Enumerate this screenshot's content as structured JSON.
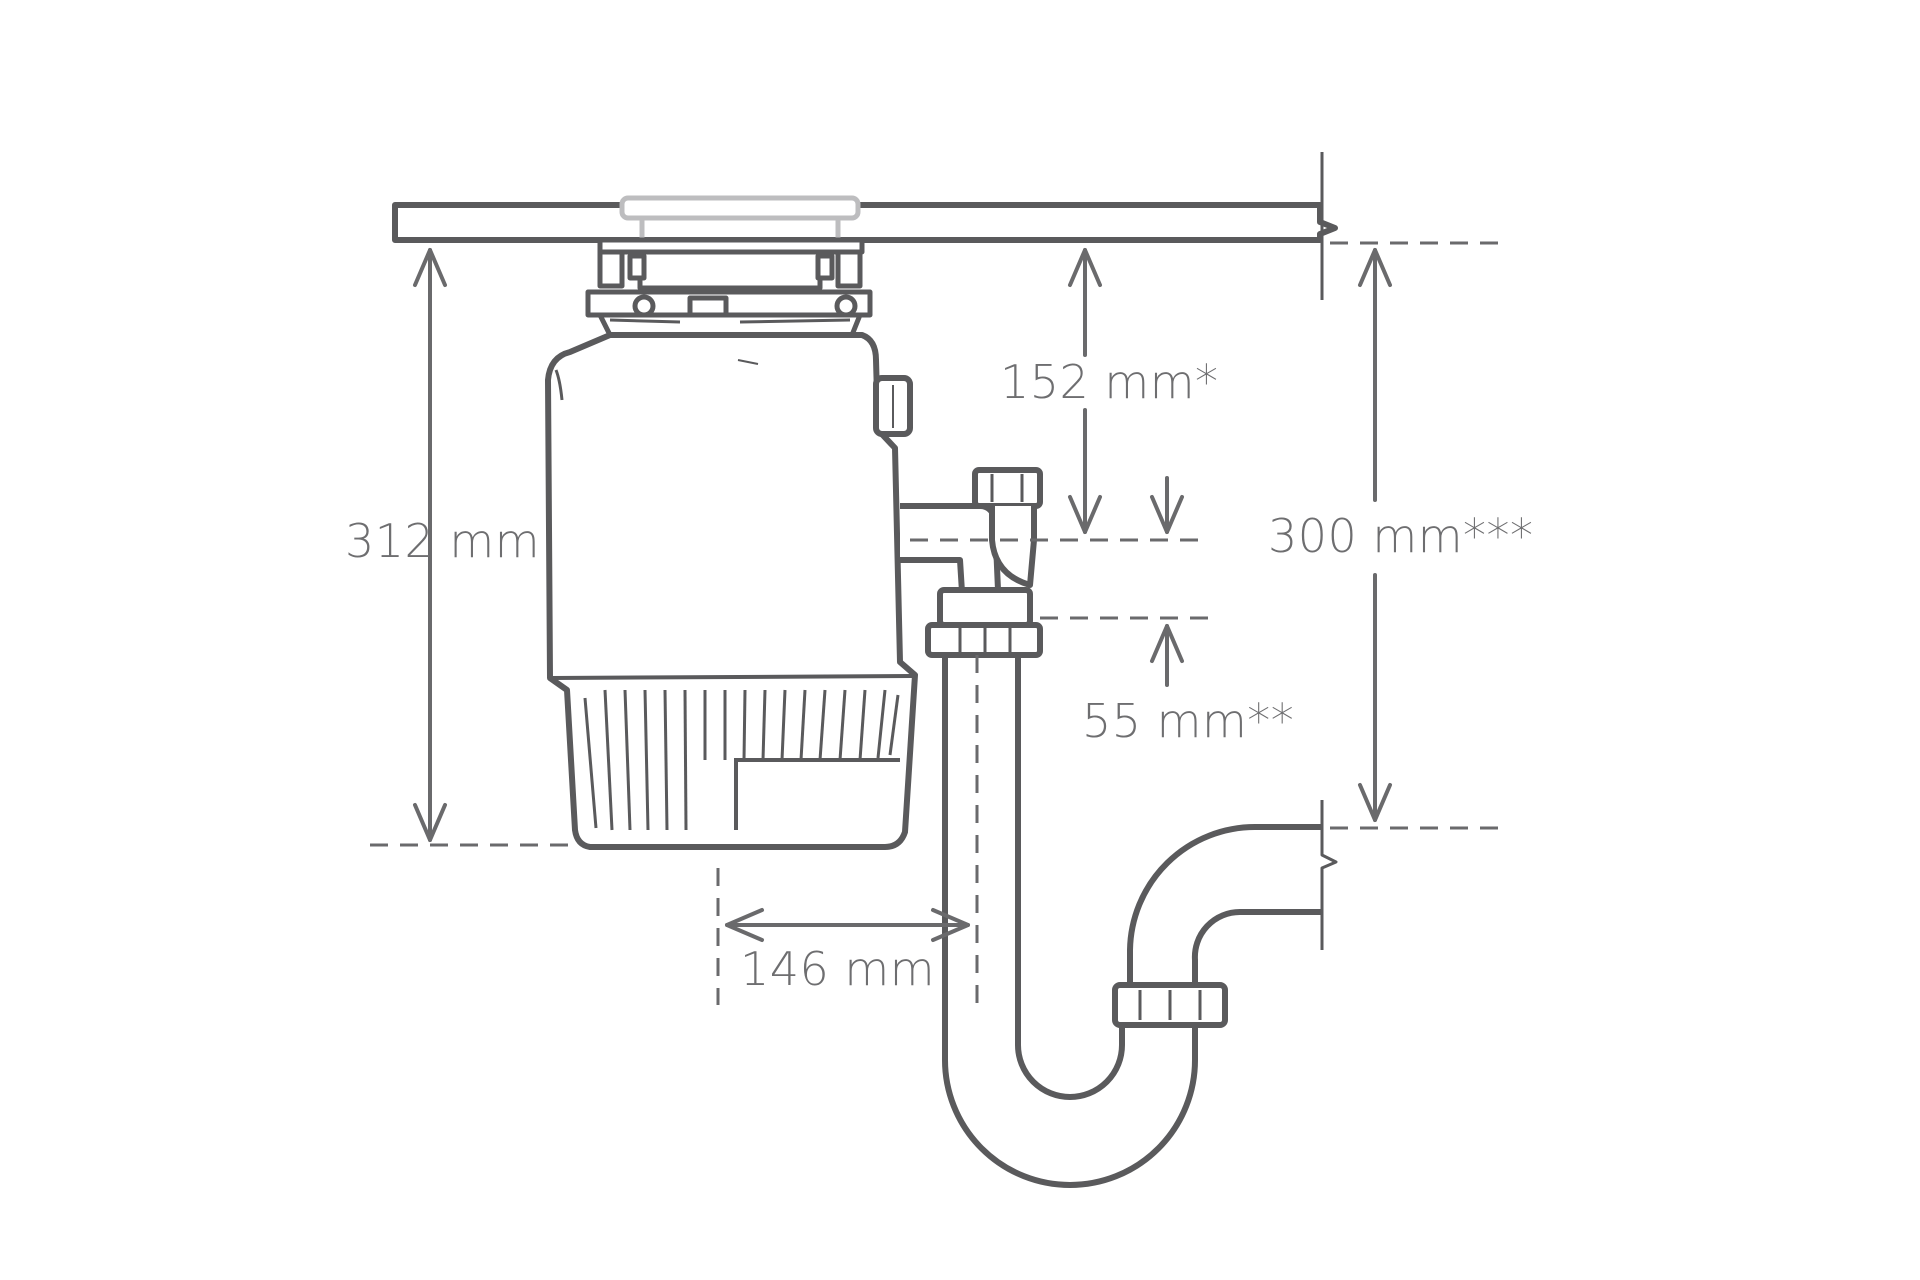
{
  "diagram": {
    "labels": {
      "height_total": "312 mm",
      "drain_outlet_drop": "152 mm*",
      "outlet_pipe_dimension": "55 mm**",
      "trap_drop": "300 mm***",
      "outlet_offset": "146 mm"
    }
  },
  "colors": {
    "stroke": "#5a5a5c",
    "dim_text": "#6e6e70",
    "dashes": "#6a6a6c",
    "body_fill": "#ffffff"
  }
}
